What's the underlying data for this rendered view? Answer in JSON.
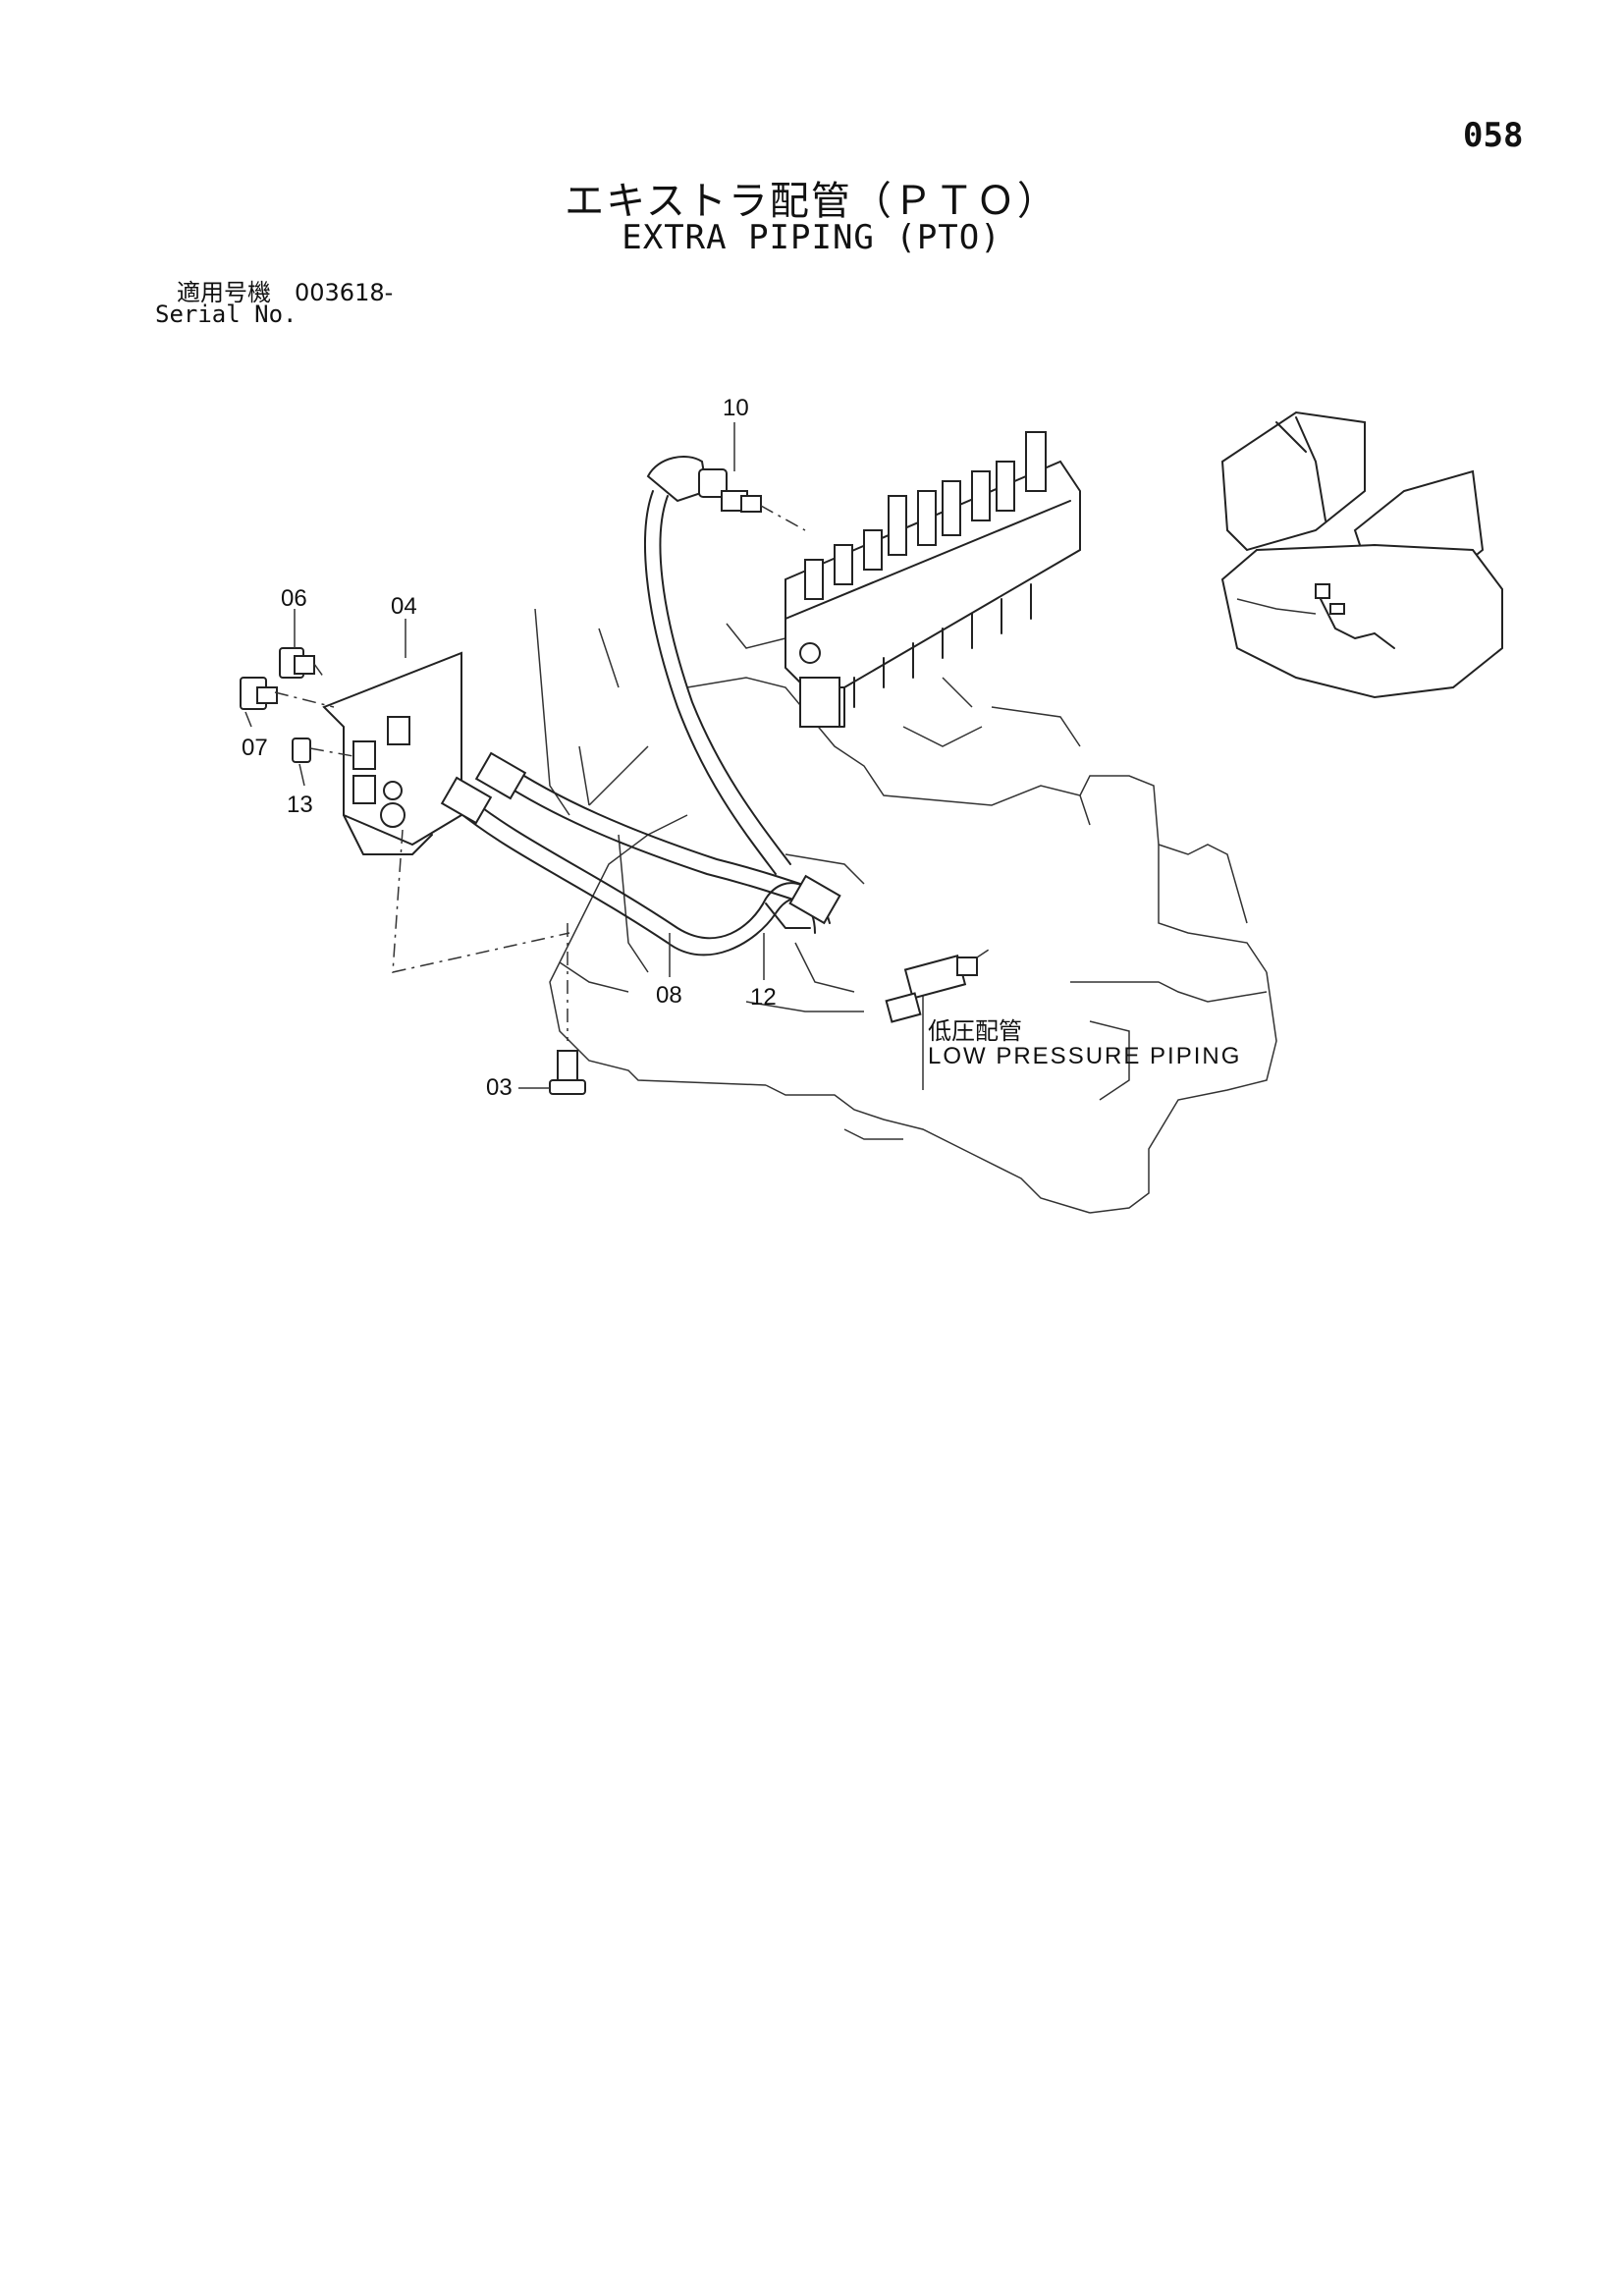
{
  "page_number": "058",
  "title": {
    "japanese": "エキストラ配管（ＰＴＯ）",
    "english": "EXTRA PIPING (PTO)"
  },
  "serial": {
    "japanese": "適用号機　003618-",
    "english": "Serial No."
  },
  "callouts": {
    "c10": "10",
    "c06": "06",
    "c04": "04",
    "c07": "07",
    "c13": "13",
    "c08": "08",
    "c12": "12",
    "c03": "03"
  },
  "low_pressure": {
    "japanese": "低圧配管",
    "english": "LOW PRESSURE PIPING"
  }
}
